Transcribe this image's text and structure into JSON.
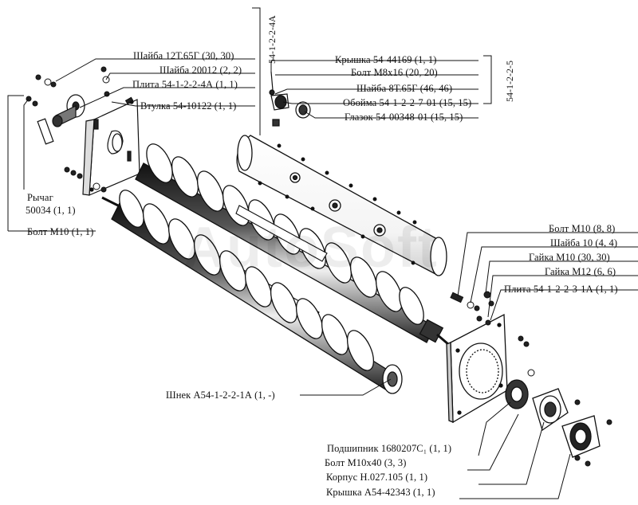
{
  "watermark": "AutoSoft",
  "group_labels": {
    "upper": "54-1-2-2-4A",
    "right": "54-1-2-2-5"
  },
  "callouts": {
    "shaiba_12t": "Шайба 12Т.65Г (30, 30)",
    "shaiba_20012": "Шайба 20012 (2, 2)",
    "plita_4a": "Плита 54-1-2-2-4А (1, 1)",
    "vtulka": "Втулка 54-10122 (1, 1)",
    "rychag": "Рычаг",
    "rychag_num": "50034 (1, 1)",
    "bolt_m10_left": "Болт М10 (1, 1)",
    "kryshka_44169": "Крышка 54-44169 (1, 1)",
    "bolt_m8": "Болт М8х16 (20, 20)",
    "shaiba_8t": "Шайба 8Т.65Г (46, 46)",
    "oboima": "Обойма 54-1-2-2-7-01 (15, 15)",
    "glazok": "Глазок 54-00348-01 (15, 15)",
    "bolt_m10_right": "Болт М10 (8, 8)",
    "shaiba_10": "Шайба 10 (4, 4)",
    "gaika_m10": "Гайка М10 (30, 30)",
    "gaika_m12": "Гайка М12 (6, 6)",
    "plita_3_1a": "Плита 54-1-2-2-3-1А (1, 1)",
    "shnek": "Шнек А54-1-2-2-1А (1, -)",
    "podshipnik": "Подшипник 1680207С₁ (1, 1)",
    "bolt_m10x40": "Болт М10х40 (3, 3)",
    "korpus": "Корпус Н.027.105 (1, 1)",
    "kryshka_42343": "Крышка А54-42343 (1, 1)"
  }
}
